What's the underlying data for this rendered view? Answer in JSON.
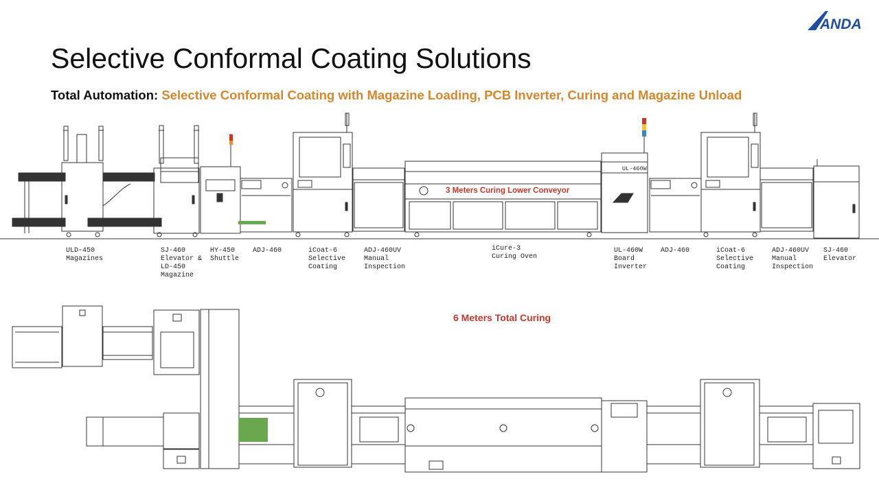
{
  "brand": {
    "logo_text": "ANDA",
    "color": "#1f4e9c"
  },
  "title": "Selective Conformal Coating Solutions",
  "subtitle": {
    "lead": "Total Automation:",
    "rest": "Selective Conformal Coating with Magazine Loading, PCB Inverter, Curing and Magazine Unload",
    "lead_color": "#111111",
    "rest_color": "#d4872e"
  },
  "front_view": {
    "oven_note": "3 Meters Curing Lower Conveyor",
    "inverter_tag": "UL-460W",
    "labels": [
      {
        "id": "uld450",
        "lines": [
          "ULD-450",
          "Magazines"
        ]
      },
      {
        "id": "sj460a",
        "lines": [
          "SJ-460",
          "Elevator &",
          "LD-450",
          "Magazine"
        ]
      },
      {
        "id": "hy450",
        "lines": [
          "HY-450",
          "Shuttle"
        ]
      },
      {
        "id": "adj460a",
        "lines": [
          "ADJ-460"
        ]
      },
      {
        "id": "icoat6a",
        "lines": [
          "iCoat-6",
          "Selective",
          "Coating"
        ]
      },
      {
        "id": "adjuva",
        "lines": [
          "ADJ-460UV",
          "Manual",
          "Inspection"
        ]
      },
      {
        "id": "icure3",
        "lines": [
          "iCure-3",
          "Curing Oven"
        ]
      },
      {
        "id": "ul460w",
        "lines": [
          "UL-460W",
          "Board",
          "Inverter"
        ]
      },
      {
        "id": "adj460b",
        "lines": [
          "ADJ-460"
        ]
      },
      {
        "id": "icoat6b",
        "lines": [
          "iCoat-6",
          "Selective",
          "Coating"
        ]
      },
      {
        "id": "adjuvb",
        "lines": [
          "ADJ-460UV",
          "Manual",
          "Inspection"
        ]
      },
      {
        "id": "sj460b",
        "lines": [
          "SJ-460",
          "Elevator"
        ]
      }
    ]
  },
  "top_view": {
    "curing_note": "6 Meters Total Curing"
  },
  "colors": {
    "line": "#333333",
    "accent_red": "#c0392b",
    "pcb_green": "#6aa84f"
  }
}
